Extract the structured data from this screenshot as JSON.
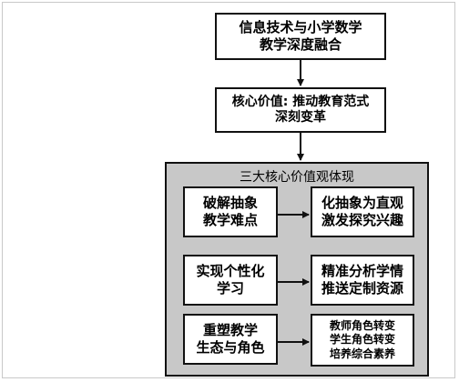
{
  "top_box": {
    "line1": "信息技术与小学数学",
    "line2": "教学深度融合"
  },
  "core_box": {
    "line1": "核心价值: 推动教育范式",
    "line2": "深刻变革"
  },
  "group": {
    "title": "三大核心价值观体现",
    "rows": [
      {
        "left": [
          "破解抽象",
          "教学难点"
        ],
        "right": [
          "化抽象为直观",
          "激发探究兴趣"
        ]
      },
      {
        "left": [
          "实现个性化",
          "学习"
        ],
        "right": [
          "精准分析学情",
          "推送定制资源"
        ]
      },
      {
        "left": [
          "重塑教学",
          "生态与角色"
        ],
        "right": [
          "教师角色转变",
          "学生角色转变",
          "培养综合素养"
        ]
      }
    ]
  },
  "colors": {
    "group_fill": "#c8c8c8",
    "stroke": "#111111",
    "box_fill": "#ffffff"
  }
}
